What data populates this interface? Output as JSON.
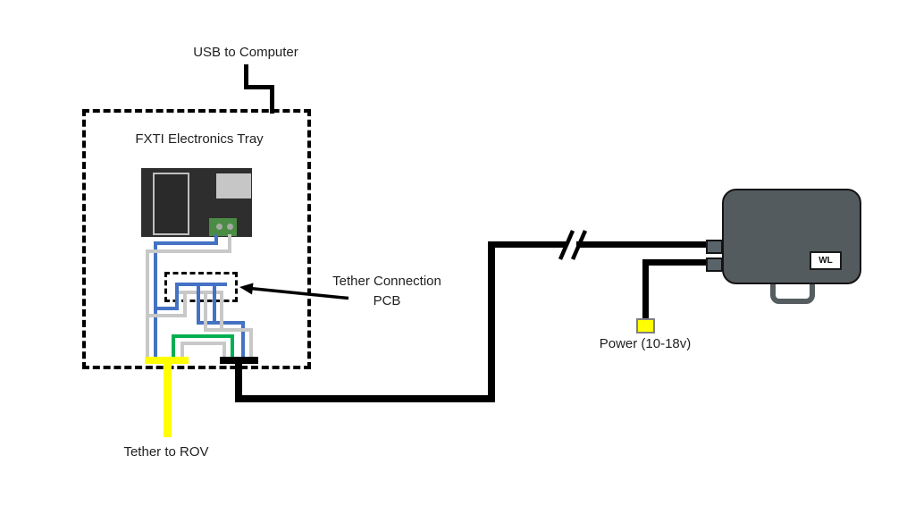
{
  "diagram": {
    "labels": {
      "usb_to_computer": "USB to Computer",
      "fxti_tray": "FXTI Electronics Tray",
      "tether_pcb_line1": "Tether Connection",
      "tether_pcb_line2": "PCB",
      "power": "Power (10-18v)",
      "tether_to_rov": "Tether to ROV",
      "device_badge": "WL"
    },
    "colors": {
      "wire_blue": "#4472C4",
      "wire_gray": "#C8C8C8",
      "wire_green": "#00B050",
      "tether_yellow": "#FFFF00",
      "cable_black": "#000000",
      "board_dark": "#2E2E2E",
      "terminal_green": "#4A8C44",
      "device_gray": "#545B5E"
    }
  }
}
